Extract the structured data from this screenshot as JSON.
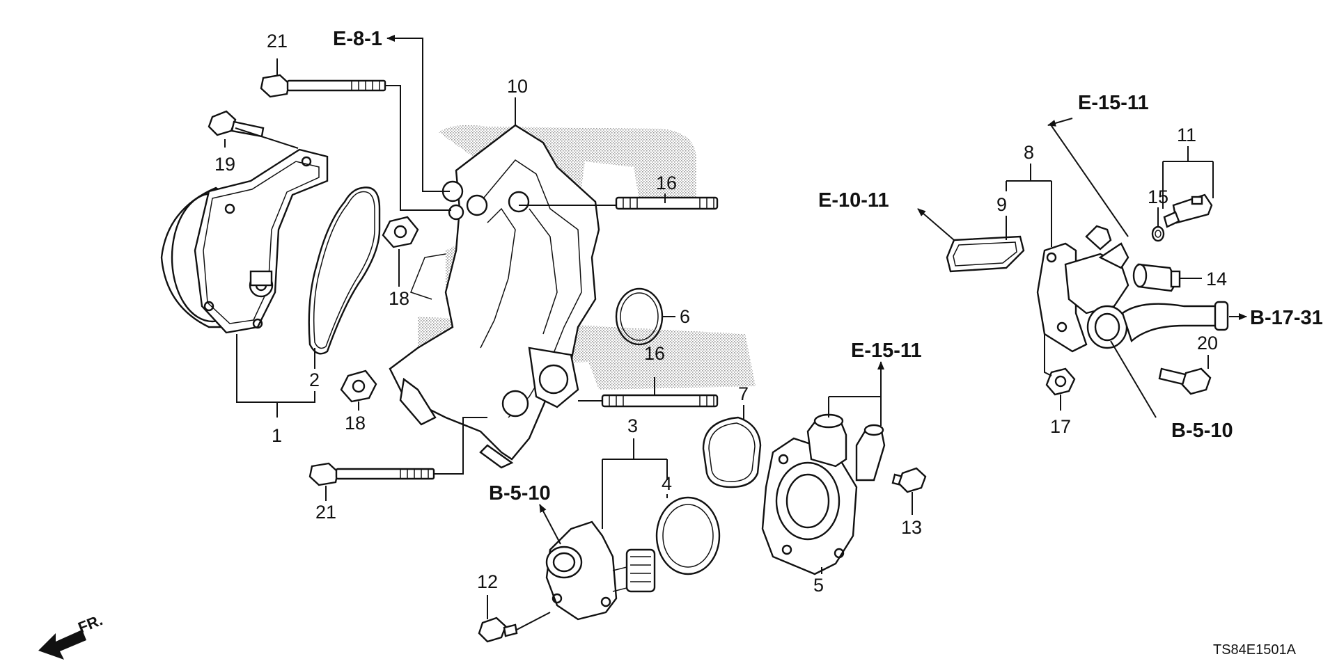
{
  "diagram_code": "TS84E1501A",
  "direction_label": "FR.",
  "refs": {
    "e81": "E-8-1",
    "e1511_top": "E-15-11",
    "e1011": "E-10-11",
    "b1731": "B-17-31",
    "b510_right": "B-5-10",
    "e1511_mid": "E-15-11",
    "b510_left": "B-5-10"
  },
  "parts": {
    "p21a": "21",
    "p19": "19",
    "p10": "10",
    "p16a": "16",
    "p18a": "18",
    "p6": "6",
    "p2": "2",
    "p16b": "16",
    "p1": "1",
    "p18b": "18",
    "p7": "7",
    "p3": "3",
    "p21b": "21",
    "p4": "4",
    "p13": "13",
    "p5": "5",
    "p12": "12",
    "p8": "8",
    "p9": "9",
    "p11": "11",
    "p15": "15",
    "p14": "14",
    "p20": "20",
    "p17": "17"
  },
  "colors": {
    "line": "#111111",
    "background": "#ffffff"
  }
}
